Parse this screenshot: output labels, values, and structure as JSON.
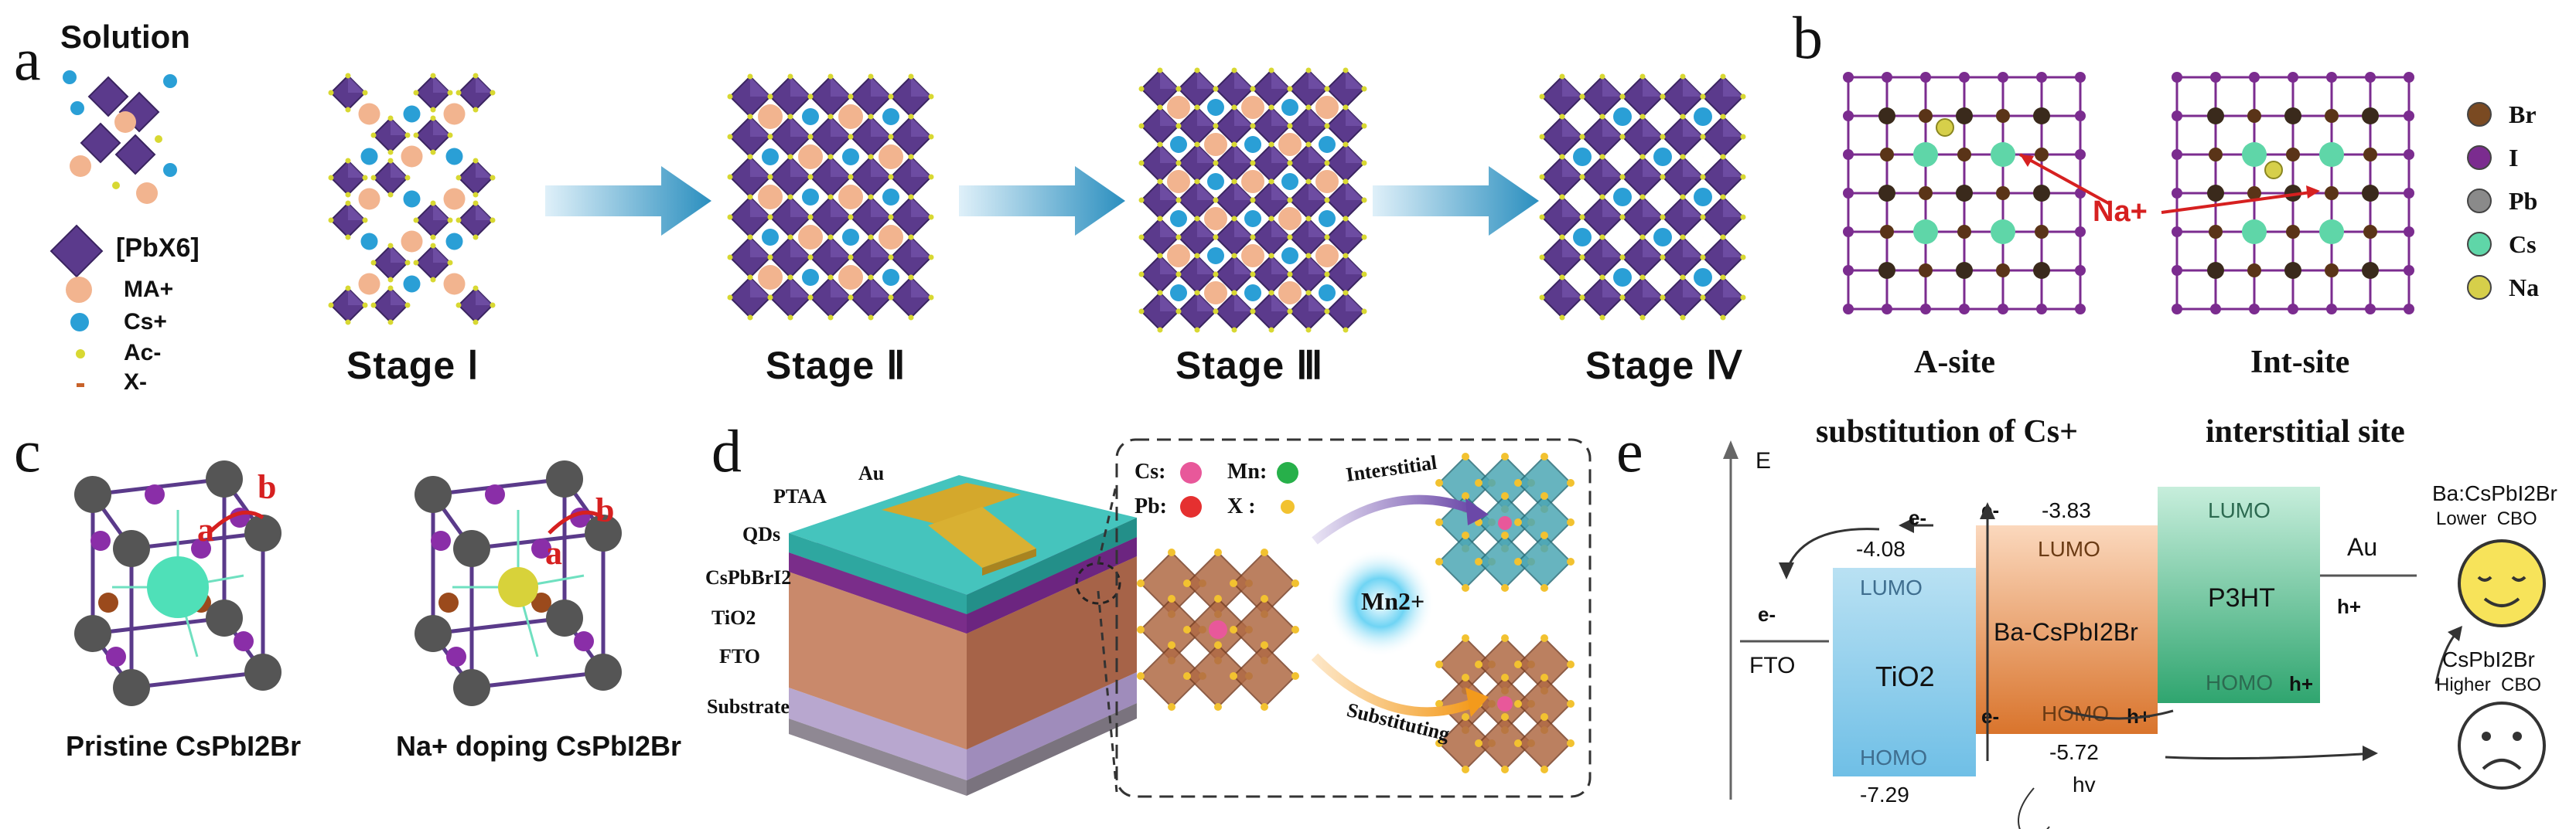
{
  "panel_a": {
    "label": "a",
    "solution_title": "Solution",
    "legend": [
      "[PbX6]",
      "MA+",
      "Cs+",
      "Ac-",
      "X-"
    ],
    "stages": [
      "Stage Ⅰ",
      "Stage Ⅱ",
      "Stage Ⅲ",
      "Stage Ⅳ"
    ],
    "colors": {
      "octahedron": "#5b3a8c",
      "ma": "#f2b48f",
      "cs": "#2a9fd6",
      "ac": "#d8d832",
      "x": "#c8622a"
    }
  },
  "panel_b": {
    "label": "b",
    "na_label": "Na+",
    "site_titles": [
      "A-site",
      "Int-site"
    ],
    "site_subtitles": [
      "substitution of Cs+",
      "interstitial site"
    ],
    "legend": [
      {
        "name": "Br",
        "color": "#7a4a22"
      },
      {
        "name": "I",
        "color": "#7b2c8f"
      },
      {
        "name": "Pb",
        "color": "#8a8a8a"
      },
      {
        "name": "Cs",
        "color": "#5fd6a8"
      },
      {
        "name": "Na",
        "color": "#d6cf4a"
      }
    ]
  },
  "panel_c": {
    "label": "c",
    "captions": [
      "Pristine CsPbI2Br",
      "Na+ doping CsPbI2Br"
    ],
    "axis_a": "a",
    "axis_b": "b"
  },
  "panel_d": {
    "label": "d",
    "layers": [
      "Au",
      "PTAA",
      "QDs",
      "CsPbBrI2",
      "TiO2",
      "FTO",
      "Substrate"
    ],
    "legend": [
      {
        "name": "Cs:",
        "color": "#e8589a"
      },
      {
        "name": "Mn:",
        "color": "#27b04a"
      },
      {
        "name": "Pb:",
        "color": "#e53030"
      },
      {
        "name": "X :",
        "color": "#f2c230"
      }
    ],
    "ion": "Mn2+",
    "paths": [
      "Interstitial",
      "Substituting"
    ]
  },
  "panel_e": {
    "label": "e",
    "axis": "E",
    "fto": "FTO",
    "au": "Au",
    "tio2": {
      "name": "TiO2",
      "lumo": "LUMO",
      "homo": "HOMO",
      "lumo_val": "-4.08",
      "homo_val": "-7.29"
    },
    "perov": {
      "name": "Ba-CsPbI2Br",
      "lumo": "LUMO",
      "homo": "HOMO",
      "lumo_val": "-3.83",
      "homo_val": "-5.72"
    },
    "p3ht": {
      "name": "P3HT",
      "lumo": "LUMO",
      "homo": "HOMO"
    },
    "electron": "e-",
    "hole": "h+",
    "hv": "hv",
    "faces": [
      {
        "title": "Ba:CsPbI2Br",
        "sub": "Lower  CBO"
      },
      {
        "title": "CsPbI2Br",
        "sub": "Higher  CBO"
      }
    ]
  }
}
